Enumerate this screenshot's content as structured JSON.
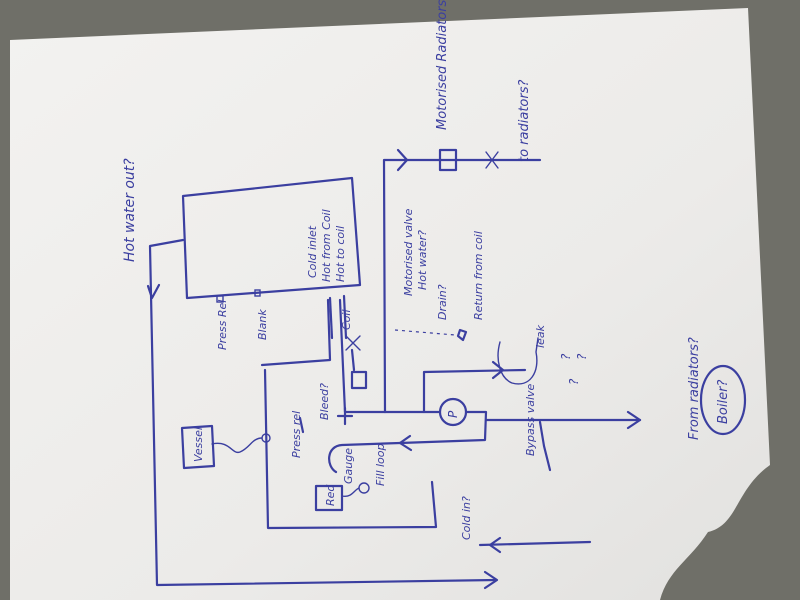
{
  "labels": {
    "hot_water_out": "Hot water out?",
    "motorised_radiators": "Motorised Radiators",
    "to_radiators": "to radiators?",
    "cold_inlet": "Cold inlet",
    "hot_from_coil": "Hot from Coil",
    "hot_to_coil": "Hot to coil",
    "motorised_valve": "Motorised valve",
    "hot_water": "Hot water?",
    "drain": "Drain?",
    "return_from_coil": "Return from coil",
    "coil": "Coil",
    "leak": "leak",
    "qq_top": "?",
    "qq_mid": "?",
    "qq_bottom": "?",
    "press_rel_top": "Press Rel",
    "blank": "Blank",
    "vessel": "Vessel",
    "bleed": "Bleed?",
    "press_rel_mid": "Press rel",
    "pump": "P",
    "from_radiators": "From radiators?",
    "boiler": "Boiler?",
    "fill_loop": "Fill loop",
    "gauge": "Gauge",
    "red": "Red",
    "bypass_valve": "Bypass valve",
    "cold_in": "Cold in?"
  },
  "colors": {
    "ink": "#3b3fa0",
    "paper": "#f1f0ee",
    "background": "#6f6f68"
  }
}
